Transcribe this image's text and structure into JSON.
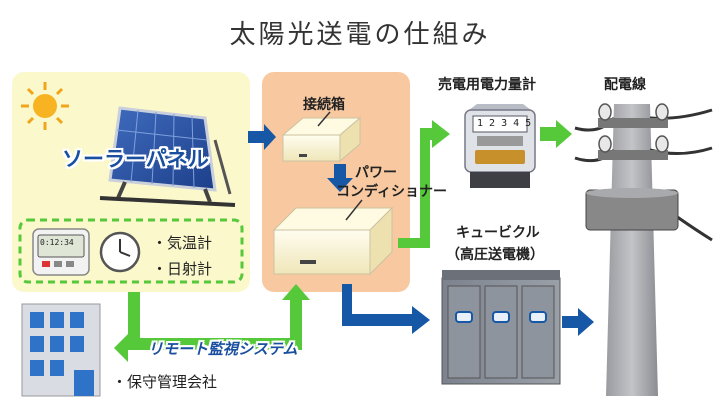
{
  "title": "太陽光送電の仕組み",
  "solar_panel": {
    "label": "ソーラーパネル"
  },
  "sensors": {
    "item1": "・気温計",
    "item2": "・日射計",
    "clock_display": "0:12:34"
  },
  "junction_box": {
    "label": "接続箱"
  },
  "power_conditioner": {
    "label_line1": "パワー",
    "label_line2": "コンディショナー"
  },
  "meter": {
    "label": "売電用電力量計",
    "display": "1 2 3 4 5"
  },
  "power_line": {
    "label": "配電線"
  },
  "cubicle": {
    "label_line1": "キュービクル",
    "label_line2": "（高圧送電機）"
  },
  "remote": {
    "label": "リモート監視システム"
  },
  "company": {
    "label": "・保守管理会社"
  },
  "colors": {
    "solar_bg": "#fbf8cc",
    "pcs_bg": "#f8c9a1",
    "arrow_green": "#55c93a",
    "arrow_blue": "#1657a6"
  }
}
